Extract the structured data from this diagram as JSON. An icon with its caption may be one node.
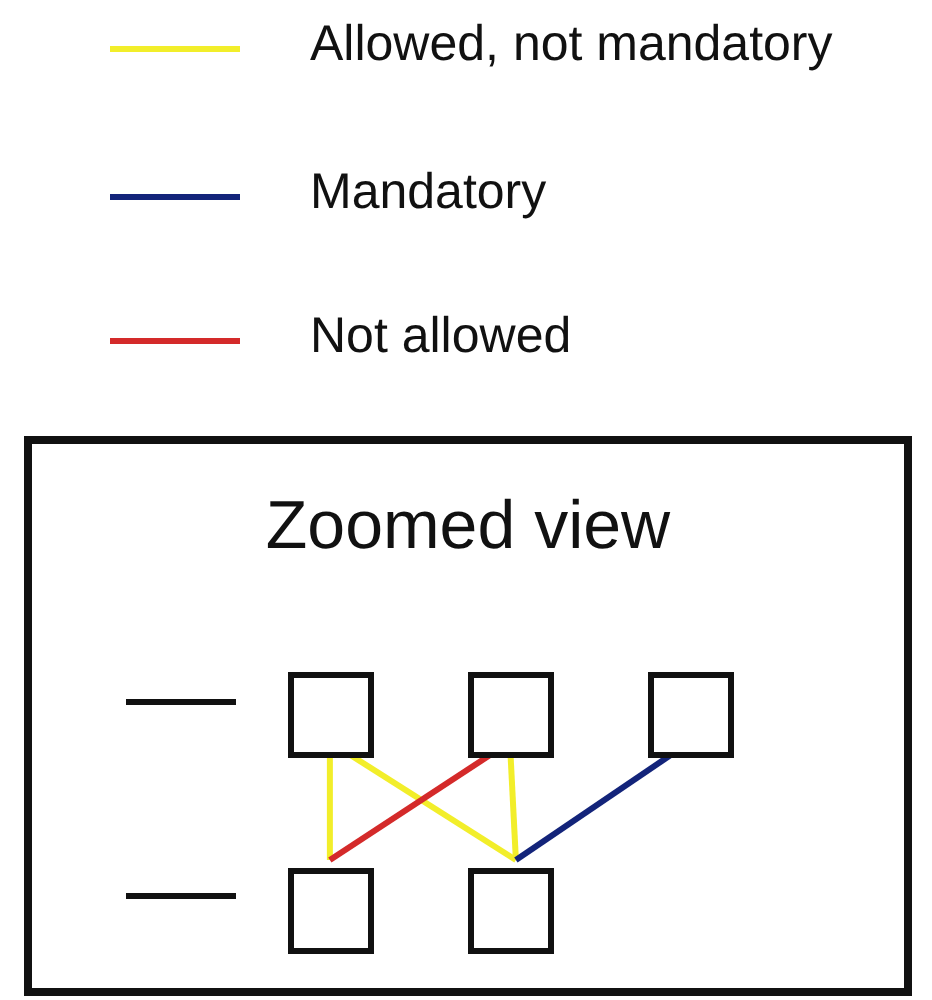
{
  "diagram": {
    "nodes": [
      {
        "text": [
          "Zoomed view"
        ]
      },
      {
        "text": [],
        "shape": "box",
        "in": 0
      },
      {
        "text": [],
        "shape": "box",
        "in": 0
      },
      {
        "text": [],
        "shape": "box",
        "in": 0
      },
      {
        "text": [],
        "shape": "box",
        "in": 0
      },
      {
        "text": [],
        "shape": "box",
        "in": 0
      }
    ],
    "edges": [
      {
        "from": 1,
        "to": 4,
        "arrow": "none"
      },
      {
        "from": 1,
        "to": 5,
        "arrow": "none"
      },
      {
        "from": 2,
        "to": 5,
        "arrow": "none"
      },
      {
        "from": 2,
        "to": 4,
        "arrow": "none",
        "color": "#d42a2a"
      },
      {
        "from": 3,
        "to": 5,
        "arrow": "none",
        "color": "#13247a"
      }
    ],
    "legend": [
      {
        "text": "Allowed, not mandatory",
        "color": "#f2ee2a"
      },
      {
        "text": "Mandatory",
        "color": "#13247a"
      },
      {
        "text": "Not allowed",
        "color": "#d42a2a"
      }
    ]
  }
}
